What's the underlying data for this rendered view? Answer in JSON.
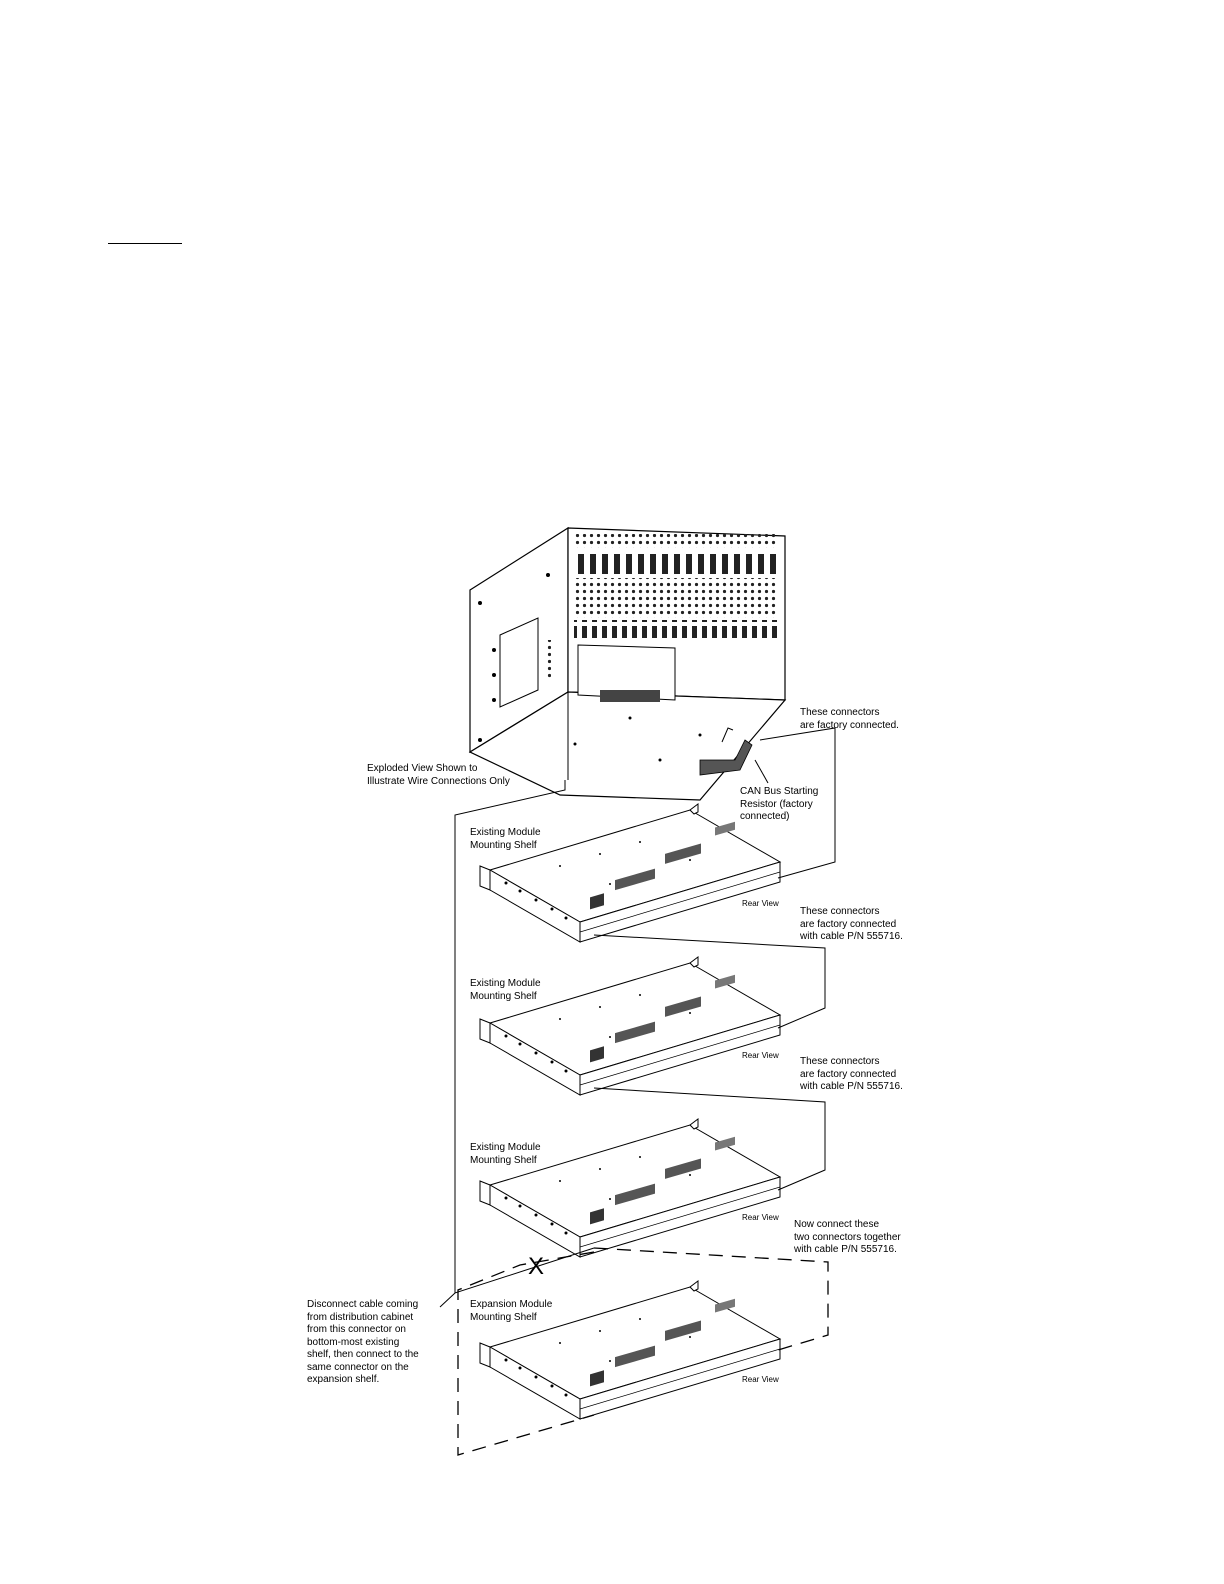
{
  "labels": {
    "factory_connected_top": "These connectors\nare factory connected.",
    "exploded_view": "Exploded View Shown to\nIllustrate Wire Connections Only",
    "can_bus": "CAN Bus Starting\nResistor (factory\nconnected)",
    "shelf1": "Existing Module\nMounting Shelf",
    "shelf2": "Existing Module\nMounting Shelf",
    "shelf3": "Existing Module\nMounting Shelf",
    "shelf4": "Expansion Module\nMounting Shelf",
    "rear_view_1": "Rear View",
    "rear_view_2": "Rear View",
    "rear_view_3": "Rear View",
    "rear_view_4": "Rear View",
    "cable_note_1": "These connectors\nare factory connected\nwith cable P/N 555716.",
    "cable_note_2": "These connectors\nare factory connected\nwith cable P/N 555716.",
    "connect_note": "Now connect these\ntwo connectors together\nwith cable P/N 555716.",
    "disconnect_note": "Disconnect cable coming\nfrom distribution cabinet\nfrom this connector on\nbottom-most existing\nshelf, then connect to the\nsame connector on the\nexpansion shelf.",
    "x_mark": "X"
  },
  "colors": {
    "line": "#000000",
    "panel": "#ffffff",
    "shade": "#3a3a3a"
  }
}
